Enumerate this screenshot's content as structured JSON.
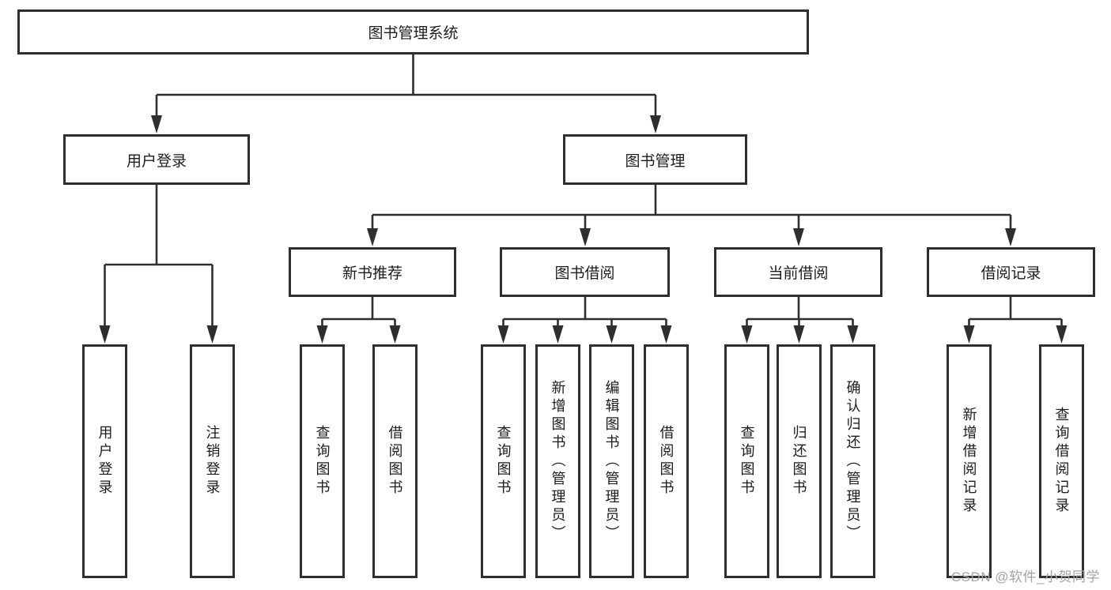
{
  "diagram": {
    "title": "图书管理系统",
    "branches": [
      {
        "label": "用户登录",
        "children": [
          {
            "label": "用户登录"
          },
          {
            "label": "注销登录"
          }
        ]
      },
      {
        "label": "图书管理",
        "children": [
          {
            "label": "新书推荐",
            "children": [
              {
                "label": "查询图书"
              },
              {
                "label": "借阅图书"
              }
            ]
          },
          {
            "label": "图书借阅",
            "children": [
              {
                "label": "查询图书"
              },
              {
                "label": "新增图书（管理员）"
              },
              {
                "label": "编辑图书（管理员）"
              },
              {
                "label": "借阅图书"
              }
            ]
          },
          {
            "label": "当前借阅",
            "children": [
              {
                "label": "查询图书"
              },
              {
                "label": "归还图书"
              },
              {
                "label": "确认归还（管理员）"
              }
            ]
          },
          {
            "label": "借阅记录",
            "children": [
              {
                "label": "新增借阅记录"
              },
              {
                "label": "查询借阅记录"
              }
            ]
          }
        ]
      }
    ]
  },
  "watermark": {
    "text": "CSDN @软件_小贺同学"
  },
  "colors": {
    "line": "#2e2e2e",
    "text": "#1c1c1c",
    "watermark": "#a3a3a3",
    "background": "#ffffff"
  }
}
